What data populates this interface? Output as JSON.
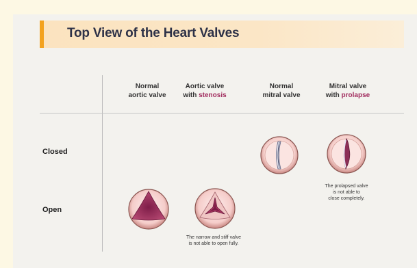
{
  "title": "Top View of the Heart Valves",
  "columns": [
    {
      "line1": "Normal",
      "line2a": "aortic valve",
      "line2b": ""
    },
    {
      "line1": "Aortic valve",
      "line2a": "with ",
      "line2b": "stenosis"
    },
    {
      "line1": "Normal",
      "line2a": "mitral valve",
      "line2b": ""
    },
    {
      "line1": "Mitral valve",
      "line2a": "with ",
      "line2b": "prolapse"
    }
  ],
  "rows": {
    "closed": "Closed",
    "open": "Open"
  },
  "notes": {
    "stenosis": [
      "The narrow and stiff valve",
      "is not able to open fully."
    ],
    "prolapse": [
      "The prolapsed valve",
      "is not able to",
      "close completely."
    ]
  },
  "colors": {
    "accent": "#a12c5e",
    "title_bar_edge": "#f3a21e",
    "tissue": "#a8365f"
  }
}
